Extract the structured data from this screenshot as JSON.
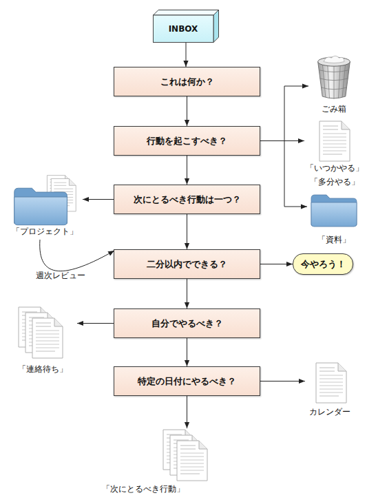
{
  "diagram": {
    "nodes": [
      {
        "text": [
          "INBOX"
        ]
      },
      {
        "text": [
          "これは何か？"
        ]
      },
      {
        "text": [
          "ごみ箱"
        ]
      },
      {
        "text": [
          "行動を起こすべき？"
        ]
      },
      {
        "text": [
          "「いつかやる」 「多分やる」"
        ]
      },
      {
        "text": [
          "「プロジェクト」"
        ]
      },
      {
        "text": [
          "次にとるべき行動は一つ？"
        ]
      },
      {
        "text": [
          "「資料」"
        ]
      },
      {
        "text": [
          "二分以内でできる？"
        ]
      },
      {
        "text": [
          "今やろう！"
        ]
      },
      {
        "text": [
          "「連絡待ち」"
        ]
      },
      {
        "text": [
          "自分でやるべき？"
        ]
      },
      {
        "text": [
          "特定の日付にやるべき？"
        ]
      },
      {
        "text": [
          "カレンダー"
        ]
      },
      {
        "text": [
          "「次にとるべき行動」"
        ]
      }
    ],
    "edges": [
      {
        "from": 0,
        "to": 1,
        "arrow": "to"
      },
      {
        "from": 1,
        "to": 3,
        "arrow": "to"
      },
      {
        "from": 3,
        "to": 2,
        "arrow": "to"
      },
      {
        "from": 3,
        "to": 4,
        "arrow": "to"
      },
      {
        "from": 3,
        "to": 7,
        "arrow": "to"
      },
      {
        "from": 3,
        "to": 6,
        "arrow": "to"
      },
      {
        "from": 6,
        "to": 5,
        "arrow": "to"
      },
      {
        "from": 5,
        "to": 8,
        "label": "週次レビュー",
        "arrow": "to"
      },
      {
        "from": 6,
        "to": 8,
        "arrow": "to"
      },
      {
        "from": 8,
        "to": 9,
        "arrow": "to"
      },
      {
        "from": 8,
        "to": 11,
        "arrow": "to"
      },
      {
        "from": 11,
        "to": 10,
        "arrow": "to"
      },
      {
        "from": 11,
        "to": 12,
        "arrow": "to"
      },
      {
        "from": 12,
        "to": 13,
        "arrow": "to"
      },
      {
        "from": 12,
        "to": 14,
        "arrow": "to"
      }
    ]
  }
}
